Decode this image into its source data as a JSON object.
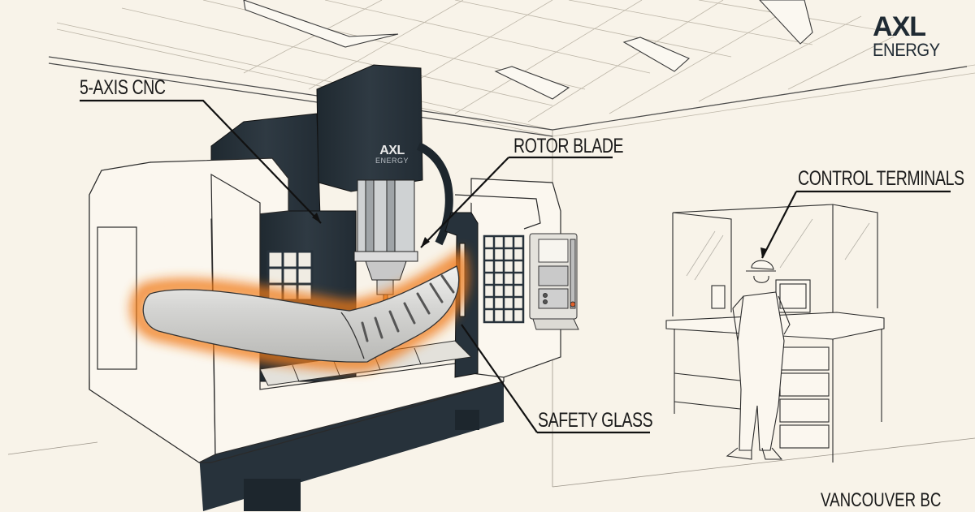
{
  "brand": {
    "logo_main": "AXL",
    "logo_sub": "ENERGY",
    "accent_color": "#f07c1e",
    "ink_color": "#1f2a33"
  },
  "machine": {
    "logo_main": "AXL",
    "logo_sub": "ENERGY",
    "body_color": "#27323b",
    "enclosure_color": "#fbf7ef"
  },
  "callouts": [
    {
      "id": "cnc",
      "label": "5-AXIS CNC"
    },
    {
      "id": "rotor",
      "label": "ROTOR BLADE"
    },
    {
      "id": "terminals",
      "label": "CONTROL TERMINALS"
    },
    {
      "id": "glass",
      "label": "SAFETY GLASS"
    }
  ],
  "location": "VANCOUVER BC",
  "palette": {
    "background": "#f8f3e9",
    "line": "#2a2a2a",
    "glow": "#f07c1e",
    "blade": "#d9d9d6"
  }
}
